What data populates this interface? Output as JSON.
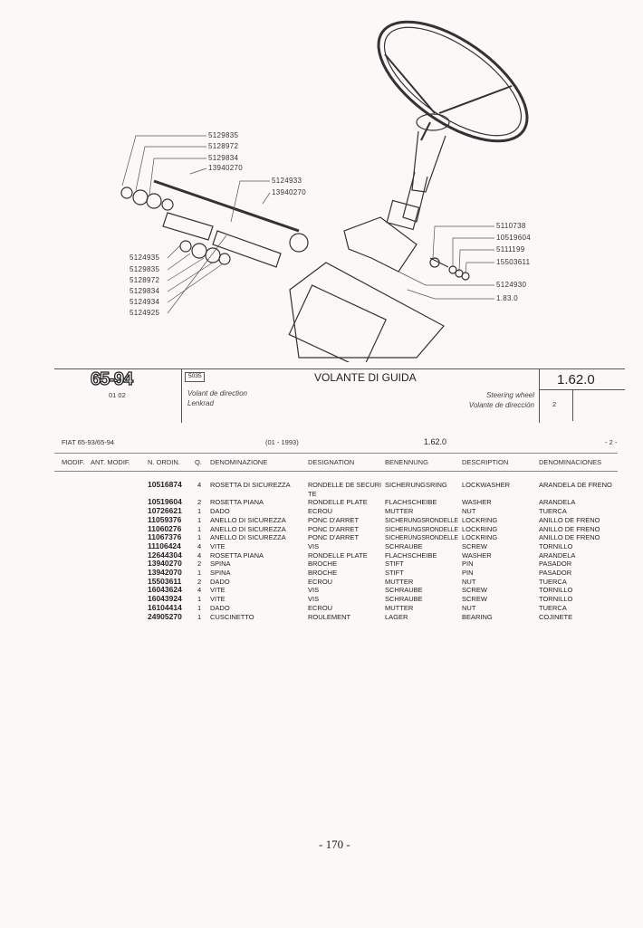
{
  "diagram": {
    "labels_top_left": [
      "5129835",
      "5128972",
      "5129834",
      "13940270"
    ],
    "labels_mid": [
      "5124933",
      "13940270"
    ],
    "labels_bottom_left": [
      "5124935",
      "5129835",
      "5128972",
      "5129834",
      "5124934",
      "5124925"
    ],
    "labels_right": [
      "5110738",
      "10519604",
      "5111199",
      "15503611",
      "5124930",
      "1.83.0"
    ]
  },
  "header": {
    "model_logo": "65-94",
    "model_sub": "01 02",
    "group_code": "5035",
    "title": "VOLANTE DI GUIDA",
    "title_fr": "Volant de direction",
    "title_de": "Lenkrad",
    "title_en": "Steering wheel",
    "title_es": "Volante de dirección",
    "section": "1.62.0",
    "sheet": "2"
  },
  "info": {
    "model": "FIAT 65-93/65-94",
    "date": "(01 - 1993)",
    "section": "1.62.0",
    "page": "- 2 -"
  },
  "columns": [
    "MODIF.",
    "ANT. MODIF.",
    "N. ORDIN.",
    "Q.",
    "DENOMINAZIONE",
    "DESIGNATION",
    "BENENNUNG",
    "DESCRIPTION",
    "DENOMINACIONES"
  ],
  "rows": [
    {
      "n": "10516874",
      "q": "4",
      "it": "ROSETTA DI SICUREZZA",
      "fr": "RONDELLE DE SECURI",
      "fr2": "TE",
      "de": "SICHERUNGSRING",
      "en": "LOCKWASHER",
      "es": "ARANDELA DE FRENO"
    },
    {
      "n": "10519604",
      "q": "2",
      "it": "ROSETTA PIANA",
      "fr": "RONDELLE PLATE",
      "de": "FLACHSCHEIBE",
      "en": "WASHER",
      "es": "ARANDELA"
    },
    {
      "n": "10726621",
      "q": "1",
      "it": "DADO",
      "fr": "ECROU",
      "de": "MUTTER",
      "en": "NUT",
      "es": "TUERCA"
    },
    {
      "n": "11059376",
      "q": "1",
      "it": "ANELLO DI SICUREZZA",
      "fr": "PONC D'ARRET",
      "de": "SICHERUNGSRONDELLE",
      "en": "LOCKRING",
      "es": "ANILLO DE FRENO"
    },
    {
      "n": "11060276",
      "q": "1",
      "it": "ANELLO DI SICUREZZA",
      "fr": "PONC D'ARRET",
      "de": "SICHERUNGSRONDELLE",
      "en": "LOCKRING",
      "es": "ANILLO DE FRENO"
    },
    {
      "n": "11067376",
      "q": "1",
      "it": "ANELLO DI SICUREZZA",
      "fr": "PONC D'ARRET",
      "de": "SICHERUNGSRONDELLE",
      "en": "LOCKRING",
      "es": "ANILLO DE FRENO"
    },
    {
      "n": "11106424",
      "q": "4",
      "it": "VITE",
      "fr": "VIS",
      "de": "SCHRAUBE",
      "en": "SCREW",
      "es": "TORNILLO"
    },
    {
      "n": "12644304",
      "q": "4",
      "it": "ROSETTA PIANA",
      "fr": "RONDELLE PLATE",
      "de": "FLACHSCHEIBE",
      "en": "WASHER",
      "es": "ARANDELA"
    },
    {
      "n": "13940270",
      "q": "2",
      "it": "SPINA",
      "fr": "BROCHE",
      "de": "STIFT",
      "en": "PIN",
      "es": "PASADOR"
    },
    {
      "n": "13942070",
      "q": "1",
      "it": "SPINA",
      "fr": "BROCHE",
      "de": "STIFT",
      "en": "PIN",
      "es": "PASADOR"
    },
    {
      "n": "15503611",
      "q": "2",
      "it": "DADO",
      "fr": "ECROU",
      "de": "MUTTER",
      "en": "NUT",
      "es": "TUERCA"
    },
    {
      "n": "16043624",
      "q": "4",
      "it": "VITE",
      "fr": "VIS",
      "de": "SCHRAUBE",
      "en": "SCREW",
      "es": "TORNILLO"
    },
    {
      "n": "16043924",
      "q": "1",
      "it": "VITE",
      "fr": "VIS",
      "de": "SCHRAUBE",
      "en": "SCREW",
      "es": "TORNILLO"
    },
    {
      "n": "16104414",
      "q": "1",
      "it": "DADO",
      "fr": "ECROU",
      "de": "MUTTER",
      "en": "NUT",
      "es": "TUERCA"
    },
    {
      "n": "24905270",
      "q": "1",
      "it": "CUSCINETTO",
      "fr": "ROULEMENT",
      "de": "LAGER",
      "en": "BEARING",
      "es": "COJINETE"
    }
  ],
  "footer": {
    "page_number": "- 170 -"
  }
}
